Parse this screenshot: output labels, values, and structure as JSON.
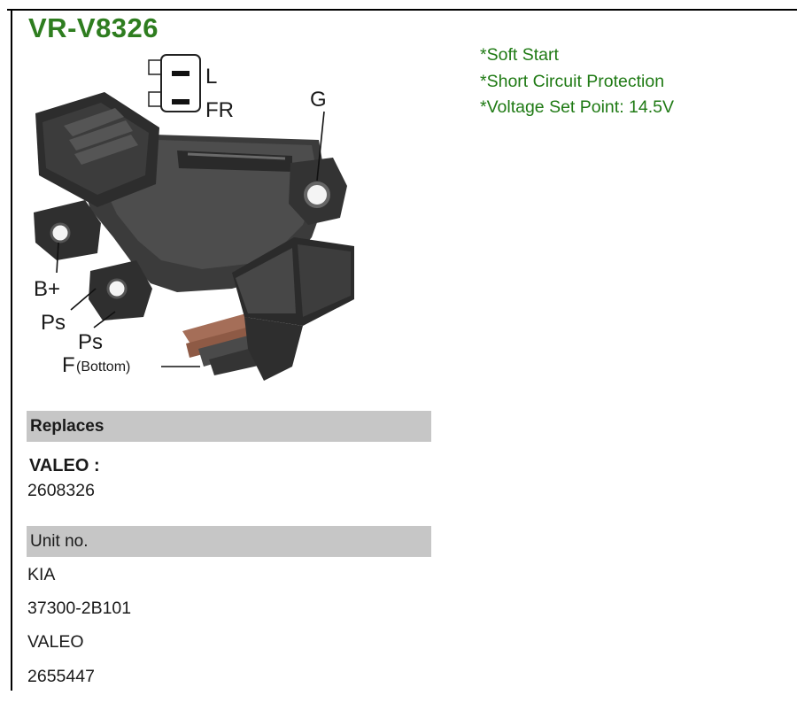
{
  "product": {
    "code": "VR-V8326",
    "features": [
      "*Soft Start",
      "*Short Circuit Protection",
      "*Voltage Set Point: 14.5V"
    ]
  },
  "diagram": {
    "labels": {
      "l": "L",
      "fr": "FR",
      "g": "G",
      "b_plus": "B+",
      "ps1": "Ps",
      "ps2": "Ps",
      "f": "F",
      "f_suffix": "(Bottom)"
    }
  },
  "replaces": {
    "header": "Replaces",
    "brand": "VALEO :",
    "number": "2608326"
  },
  "unit": {
    "header": "Unit no.",
    "rows": [
      "KIA",
      "37300-2B101",
      "VALEO",
      "2655447"
    ]
  }
}
